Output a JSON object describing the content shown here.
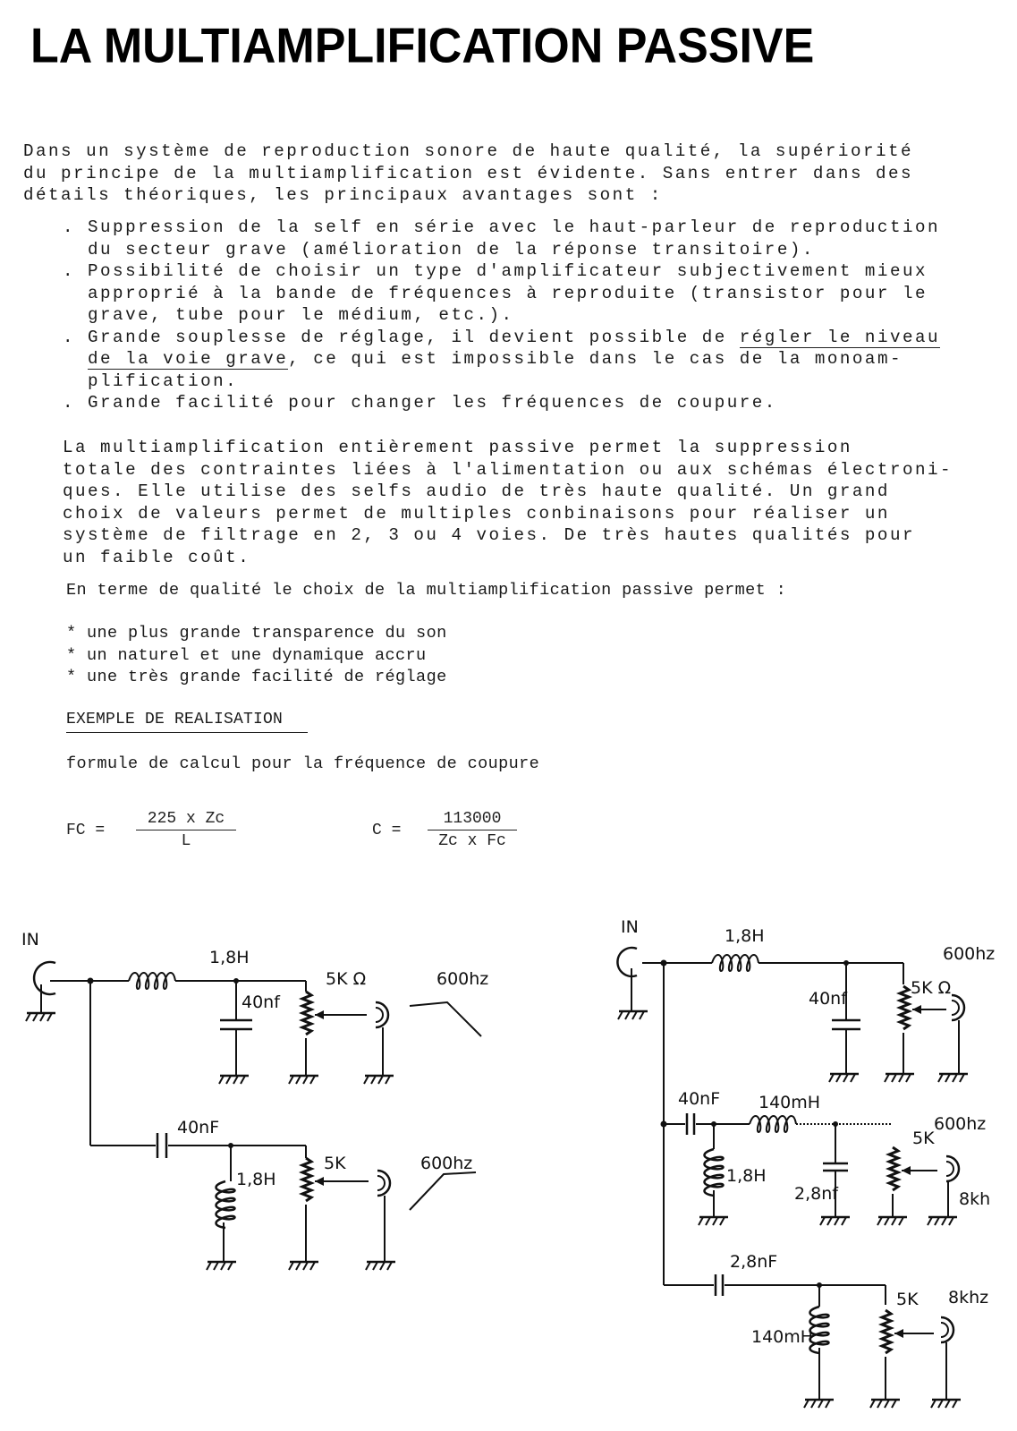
{
  "title": "LA MULTIAMPLIFICATION PASSIVE",
  "intro": "Dans un système de reproduction sonore de haute qualité, la supériorité\ndu principe de la multiamplification est évidente. Sans entrer dans des\ndétails théoriques, les principaux avantages sont :",
  "bullets": {
    "b1": ". Suppression de la self en série avec le haut-parleur de reproduction\n  du secteur grave (amélioration de la réponse transitoire).",
    "b2": ". Possibilité de choisir un type d'amplificateur subjectivement mieux\n  approprié à la bande de fréquences à reproduite (transistor pour le\n  grave, tube pour le médium, etc.).",
    "b3_pre": ". Grande souplesse de réglage, il devient possible de ",
    "b3_u1": "régler le niveau",
    "b3_u2": "de la voie grave",
    "b3_post": ", ce qui est impossible dans le cas de la monoam-\n  plification.",
    "b4": ". Grande facilité pour changer les fréquences de coupure."
  },
  "para2": "La multiamplification entièrement passive permet la suppression\ntotale des contraintes liées à l'alimentation ou aux schémas électroni-\nques. Elle utilise des selfs audio de très haute qualité. Un grand\nchoix de valeurs permet de multiples conbinaisons pour réaliser un\nsystème de filtrage en 2, 3 ou 4 voies. De très hautes qualités pour\nun faible coût.",
  "para3": "En terme de qualité le choix de la multiamplification passive permet :",
  "stars": [
    "* une plus grande transparence du son",
    "* un naturel et une dynamique accru",
    "* une très grande facilité de réglage"
  ],
  "exemple_heading": "EXEMPLE DE REALISATION",
  "formule_text": "formule de calcul pour la fréquence de coupure",
  "formula1": {
    "lhs": "FC =",
    "num": "225 x Zc",
    "den": "L"
  },
  "formula2": {
    "lhs": "C =",
    "num": "113000",
    "den": "Zc x Fc"
  },
  "left_schematic": {
    "input_label": "IN",
    "l_top": "1,8H",
    "c_top": "40nf",
    "pot_top": "5K Ω",
    "freq_top": "600hz",
    "c_bottom": "40nF",
    "l_bottom": "1,8H",
    "pot_bottom": "5K",
    "freq_bottom": "600hz"
  },
  "right_schematic": {
    "input_label": "IN",
    "l1": "1,8H",
    "c1": "40nf",
    "pot1": "5K Ω",
    "freq1": "600hz",
    "c2": "40nF",
    "l2": "140mH",
    "l2_shunt": "1,8H",
    "c2_shunt": "2,8nf",
    "pot2": "5K",
    "freq2a": "600hz",
    "freq2b": "8kh",
    "c3": "2,8nF",
    "l3_shunt": "140mH",
    "pot3": "5K",
    "freq3": "8khz"
  }
}
